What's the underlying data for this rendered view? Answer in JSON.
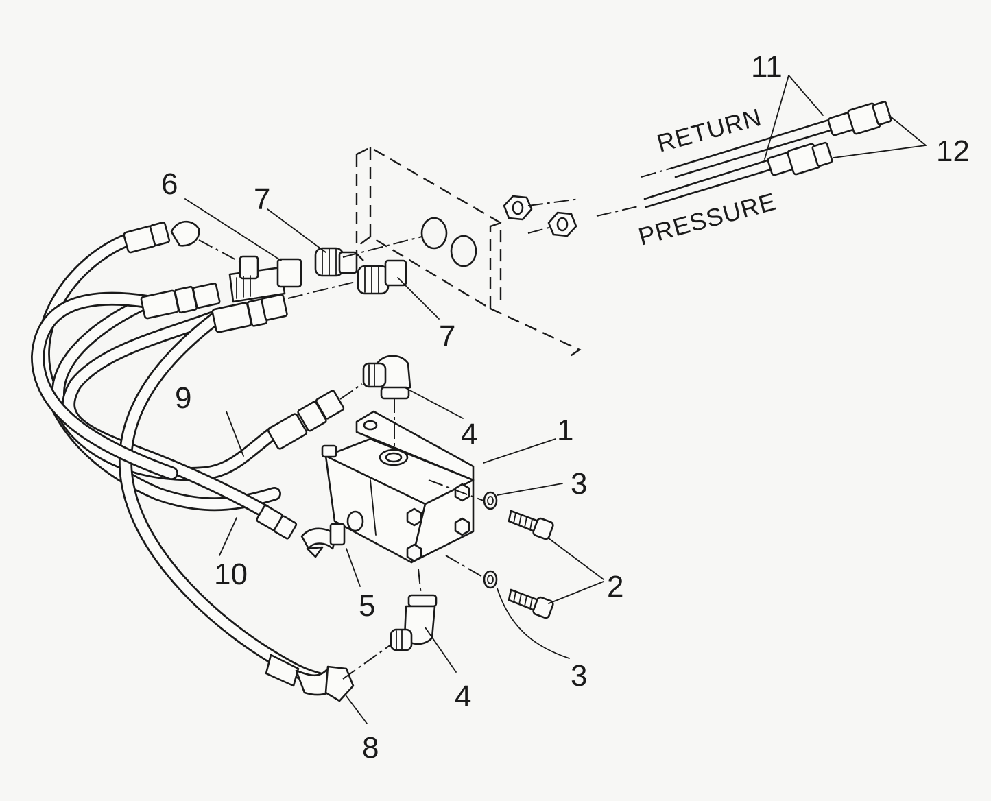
{
  "labels": {
    "n1": "1",
    "n2": "2",
    "n3a": "3",
    "n3b": "3",
    "n4a": "4",
    "n4b": "4",
    "n5": "5",
    "n6": "6",
    "n7a": "7",
    "n7b": "7",
    "n8": "8",
    "n9": "9",
    "n10": "10",
    "n11": "11",
    "n12": "12"
  },
  "lines": {
    "return": "RETURN",
    "pressure": "PRESSURE"
  }
}
